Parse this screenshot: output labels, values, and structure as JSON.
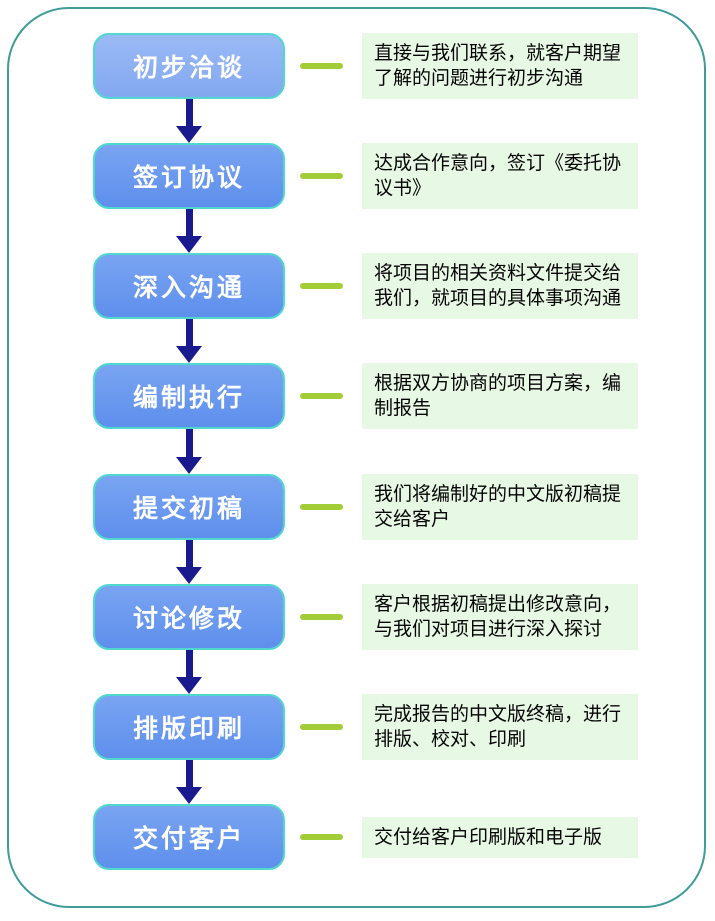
{
  "diagram": {
    "type": "vertical-process-flowchart",
    "language": "zh-CN"
  },
  "steps": [
    {
      "label": "初步洽谈",
      "desc": "直接与我们联系，就客户期望了解的问题进行初步沟通"
    },
    {
      "label": "签订协议",
      "desc": "达成合作意向，签订《委托协议书》"
    },
    {
      "label": "深入沟通",
      "desc": "将项目的相关资料文件提交给我们，就项目的具体事项沟通"
    },
    {
      "label": "编制执行",
      "desc": "根据双方协商的项目方案，编制报告"
    },
    {
      "label": "提交初稿",
      "desc": "我们将编制好的中文版初稿提交给客户"
    },
    {
      "label": "讨论修改",
      "desc": "客户根据初稿提出修改意向，与我们对项目进行深入探讨"
    },
    {
      "label": "排版印刷",
      "desc": "完成报告的中文版终稿，进行排版、校对、印刷"
    },
    {
      "label": "交付客户",
      "desc": "交付给客户印刷版和电子版"
    }
  ],
  "colors": {
    "frame_border": "#3e9c99",
    "step_box_fill": "#6793ee",
    "step_box_fill_first": "#8fb0f2",
    "step_box_border": "#50d8ce",
    "step_label_text": "#ffffff",
    "connector_dash": "#a2cd36",
    "desc_box_fill": "#e7f8e4",
    "desc_text": "#050505",
    "arrow": "#1a1a8f"
  }
}
